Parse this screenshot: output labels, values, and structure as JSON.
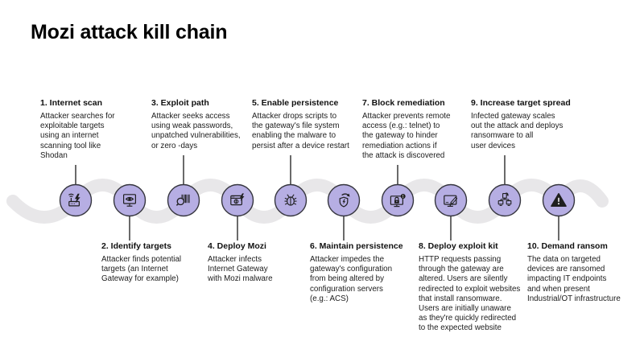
{
  "title": "Mozi attack kill chain",
  "colors": {
    "background": "#ffffff",
    "wave": "#e8e7e9",
    "node_fill": "#b6aee3",
    "node_stroke": "#36363f",
    "icon": "#1f1f1f",
    "text": "#1c1c1c"
  },
  "steps": [
    {
      "title": "1. Internet scan",
      "desc": "Attacker searches for\nexploitable targets\nusing an internet\nscanning tool like\nShodan",
      "icon": "router-attack-icon",
      "position": "top"
    },
    {
      "title": "2. Identify targets",
      "desc": "Attacker finds potential\ntargets (an Internet\nGateway for example)",
      "icon": "monitor-eye-icon",
      "position": "bottom"
    },
    {
      "title": "3. Exploit path",
      "desc": "Attacker seeks access\nusing weak passwords,\nunpatched vulnerabilities,\nor zero -days",
      "icon": "barcode-magnifier-icon",
      "position": "top"
    },
    {
      "title": "4. Deploy Mozi",
      "desc": "Attacker infects\nInternet Gateway\nwith Mozi malware",
      "icon": "browser-malware-icon",
      "position": "bottom"
    },
    {
      "title": "5. Enable persistence",
      "desc": "Attacker drops scripts to\nthe gateway's file system\nenabling the malware to\npersist after a device restart",
      "icon": "bug-icon",
      "position": "top"
    },
    {
      "title": "6. Maintain persistence",
      "desc": "Attacker impedes the\ngateway's configuration\nfrom being altered by\nconfiguration servers\n(e.g.: ACS)",
      "icon": "shield-refresh-icon",
      "position": "bottom"
    },
    {
      "title": "7. Block remediation",
      "desc": "Attacker prevents remote\naccess (e.g.: telnet) to\nthe gateway to hinder\nremediation actions if\nthe attack is discovered",
      "icon": "monitor-lock-alert-icon",
      "position": "top"
    },
    {
      "title": "8. Deploy exploit kit",
      "desc": "HTTP requests passing\nthrough the gateway are\naltered. Users are silently\nredirected to exploit websites\nthat install ransomware.\nUsers are initially unaware\nas they're quickly redirected\nto the expected website",
      "icon": "monitor-edit-icon",
      "position": "bottom"
    },
    {
      "title": "9. Increase target spread",
      "desc": "Infected gateway scales\nout the attack and deploys\nransomware to all\nuser devices",
      "icon": "network-spread-icon",
      "position": "top"
    },
    {
      "title": "10. Demand ransom",
      "desc": "The data on targeted\ndevices are ransomed\nimpacting IT endpoints\nand when present\nIndustrial/OT infrastructure",
      "icon": "warning-triangle-icon",
      "position": "bottom"
    }
  ]
}
